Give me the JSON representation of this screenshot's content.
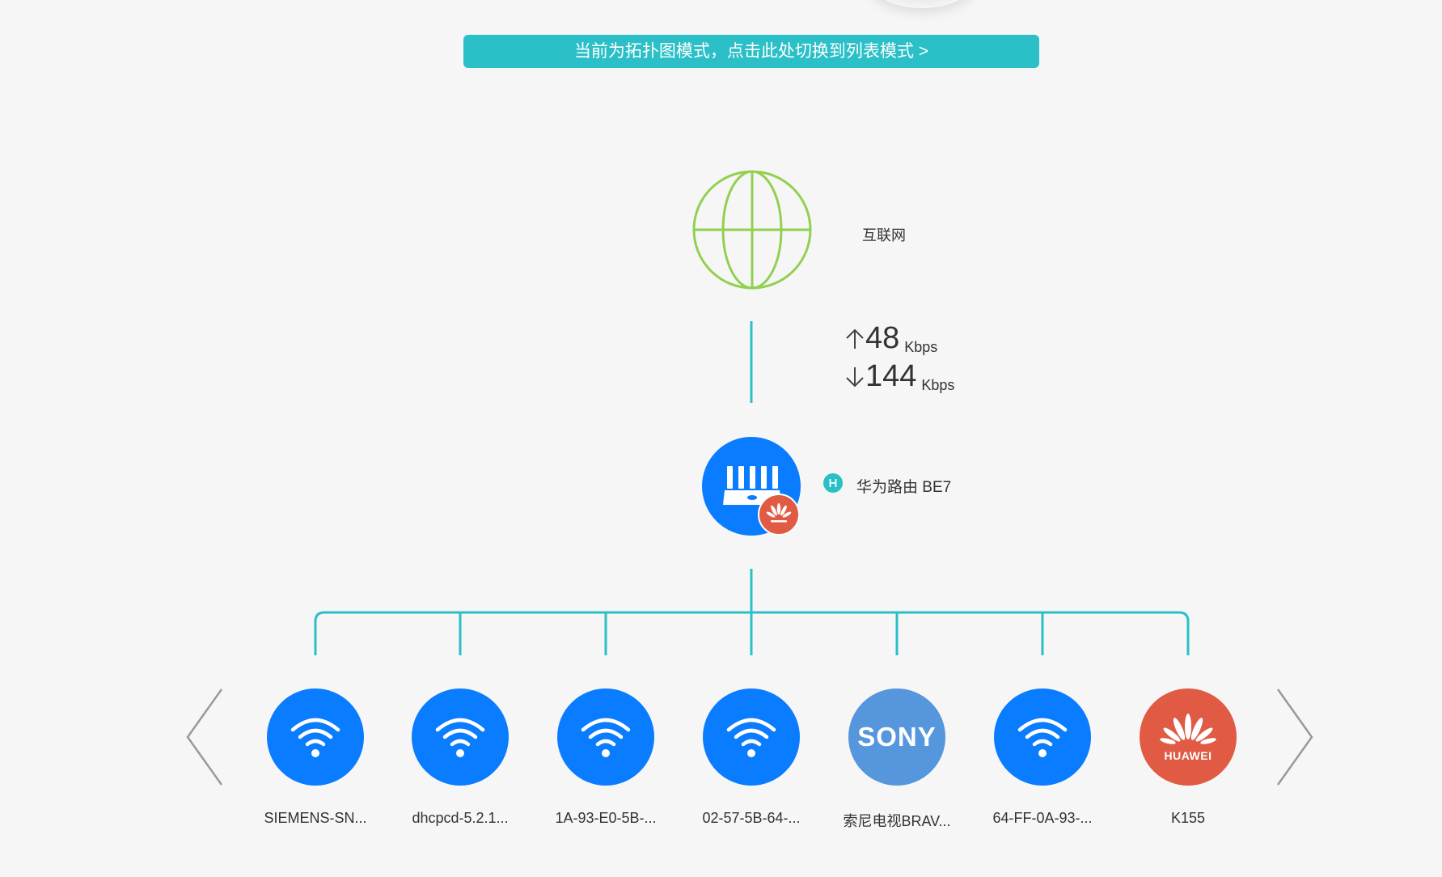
{
  "banner": {
    "text": "当前为拓扑图模式，点击此处切换到列表模式 >"
  },
  "internet": {
    "label": "互联网",
    "icon": "globe-icon"
  },
  "speed": {
    "upload_value": "48",
    "upload_unit": "Kbps",
    "download_value": "144",
    "download_unit": "Kbps"
  },
  "router": {
    "name": "华为路由 BE7",
    "icon": "router-icon",
    "status_color": "#2bbfc7"
  },
  "colors": {
    "accent": "#2bbfc7",
    "device_blue": "#0a7cff",
    "sony_blue": "#5596dc",
    "huawei_red": "#e05a44",
    "globe_green": "#92d050"
  },
  "devices": [
    {
      "name": "SIEMENS-SN...",
      "icon": "wifi-icon"
    },
    {
      "name": "dhcpcd-5.2.1...",
      "icon": "wifi-icon"
    },
    {
      "name": "1A-93-E0-5B-...",
      "icon": "wifi-icon"
    },
    {
      "name": "02-57-5B-64-...",
      "icon": "wifi-icon"
    },
    {
      "name": "索尼电视BRAV...",
      "icon": "sony-logo",
      "logo_text": "SONY"
    },
    {
      "name": "64-FF-0A-93-...",
      "icon": "wifi-icon"
    },
    {
      "name": "K155",
      "icon": "huawei-logo",
      "logo_text": "HUAWEI"
    }
  ],
  "nav": {
    "prev_icon": "chevron-left-icon",
    "next_icon": "chevron-right-icon"
  }
}
